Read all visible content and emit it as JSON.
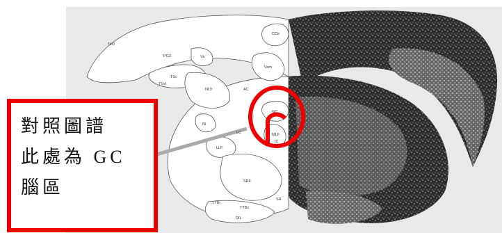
{
  "figure": {
    "labels": {
      "teo": "TeO",
      "pgz": "PGZ",
      "tsc": "TSc",
      "tsvl": "TSvl",
      "va": "Va",
      "nlv": "NLV",
      "ccb": "CCe",
      "vam": "Vam",
      "ac": "AC",
      "gc": "GC",
      "ni": "NI",
      "llf": "LLF",
      "lc": "LC",
      "mlf": "MLF",
      "ic": "IC",
      "srf": "SRF",
      "ttbr": "TTBr",
      "ttbc": "TTBc",
      "sr": "SR",
      "dil": "DIL"
    }
  },
  "annotation": {
    "text": "對照圖譜\n此處為 GC\n腦區",
    "color": "#ee0000"
  }
}
